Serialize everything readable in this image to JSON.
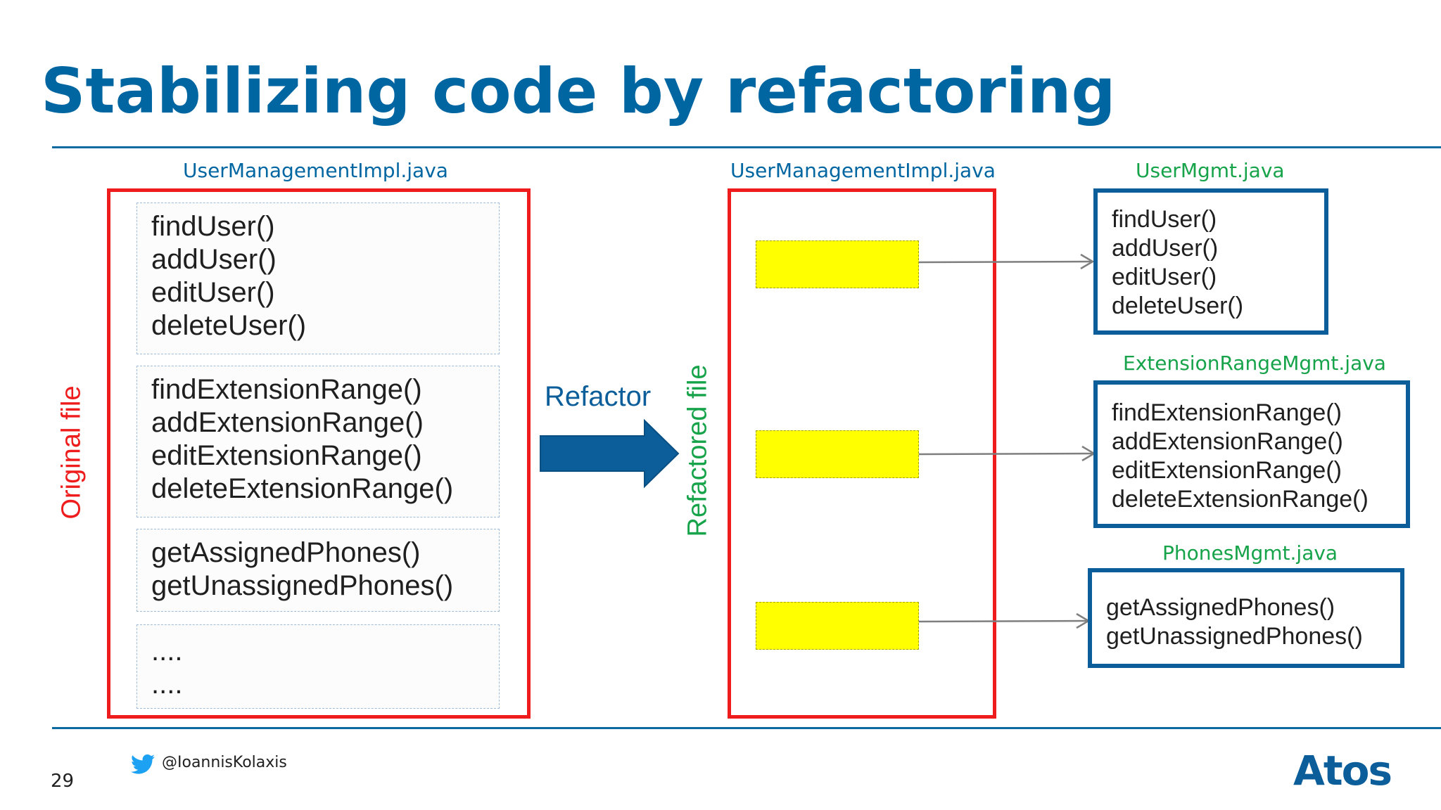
{
  "title": "Stabilizing code by refactoring",
  "original": {
    "file_name": "UserManagementImpl.java",
    "side_label": "Original file",
    "groups": [
      [
        "findUser()",
        "addUser()",
        "editUser()",
        "deleteUser()"
      ],
      [
        "findExtensionRange()",
        "addExtensionRange()",
        "editExtensionRange()",
        "deleteExtensionRange()"
      ],
      [
        "getAssignedPhones()",
        "getUnassignedPhones()"
      ],
      [
        "....",
        "...."
      ]
    ]
  },
  "arrow_label": "Refactor",
  "refactored": {
    "file_name": "UserManagementImpl.java",
    "side_label": "Refactored file"
  },
  "targets": [
    {
      "file_name": "UserMgmt.java",
      "methods": [
        "findUser()",
        "addUser()",
        "editUser()",
        "deleteUser()"
      ]
    },
    {
      "file_name": "ExtensionRangeMgmt.java",
      "methods": [
        "findExtensionRange()",
        "addExtensionRange()",
        "editExtensionRange()",
        "deleteExtensionRange()"
      ]
    },
    {
      "file_name": "PhonesMgmt.java",
      "methods": [
        "getAssignedPhones()",
        "getUnassignedPhones()"
      ]
    }
  ],
  "footer": {
    "page_number": "29",
    "twitter_handle": "@IoannisKolaxis",
    "logo_text": "Atos"
  },
  "colors": {
    "title": "#0066a1",
    "original_border": "#ee1c1c",
    "target_border": "#0b5e99",
    "placeholder": "#ffff00",
    "target_filename": "#16a34a"
  }
}
